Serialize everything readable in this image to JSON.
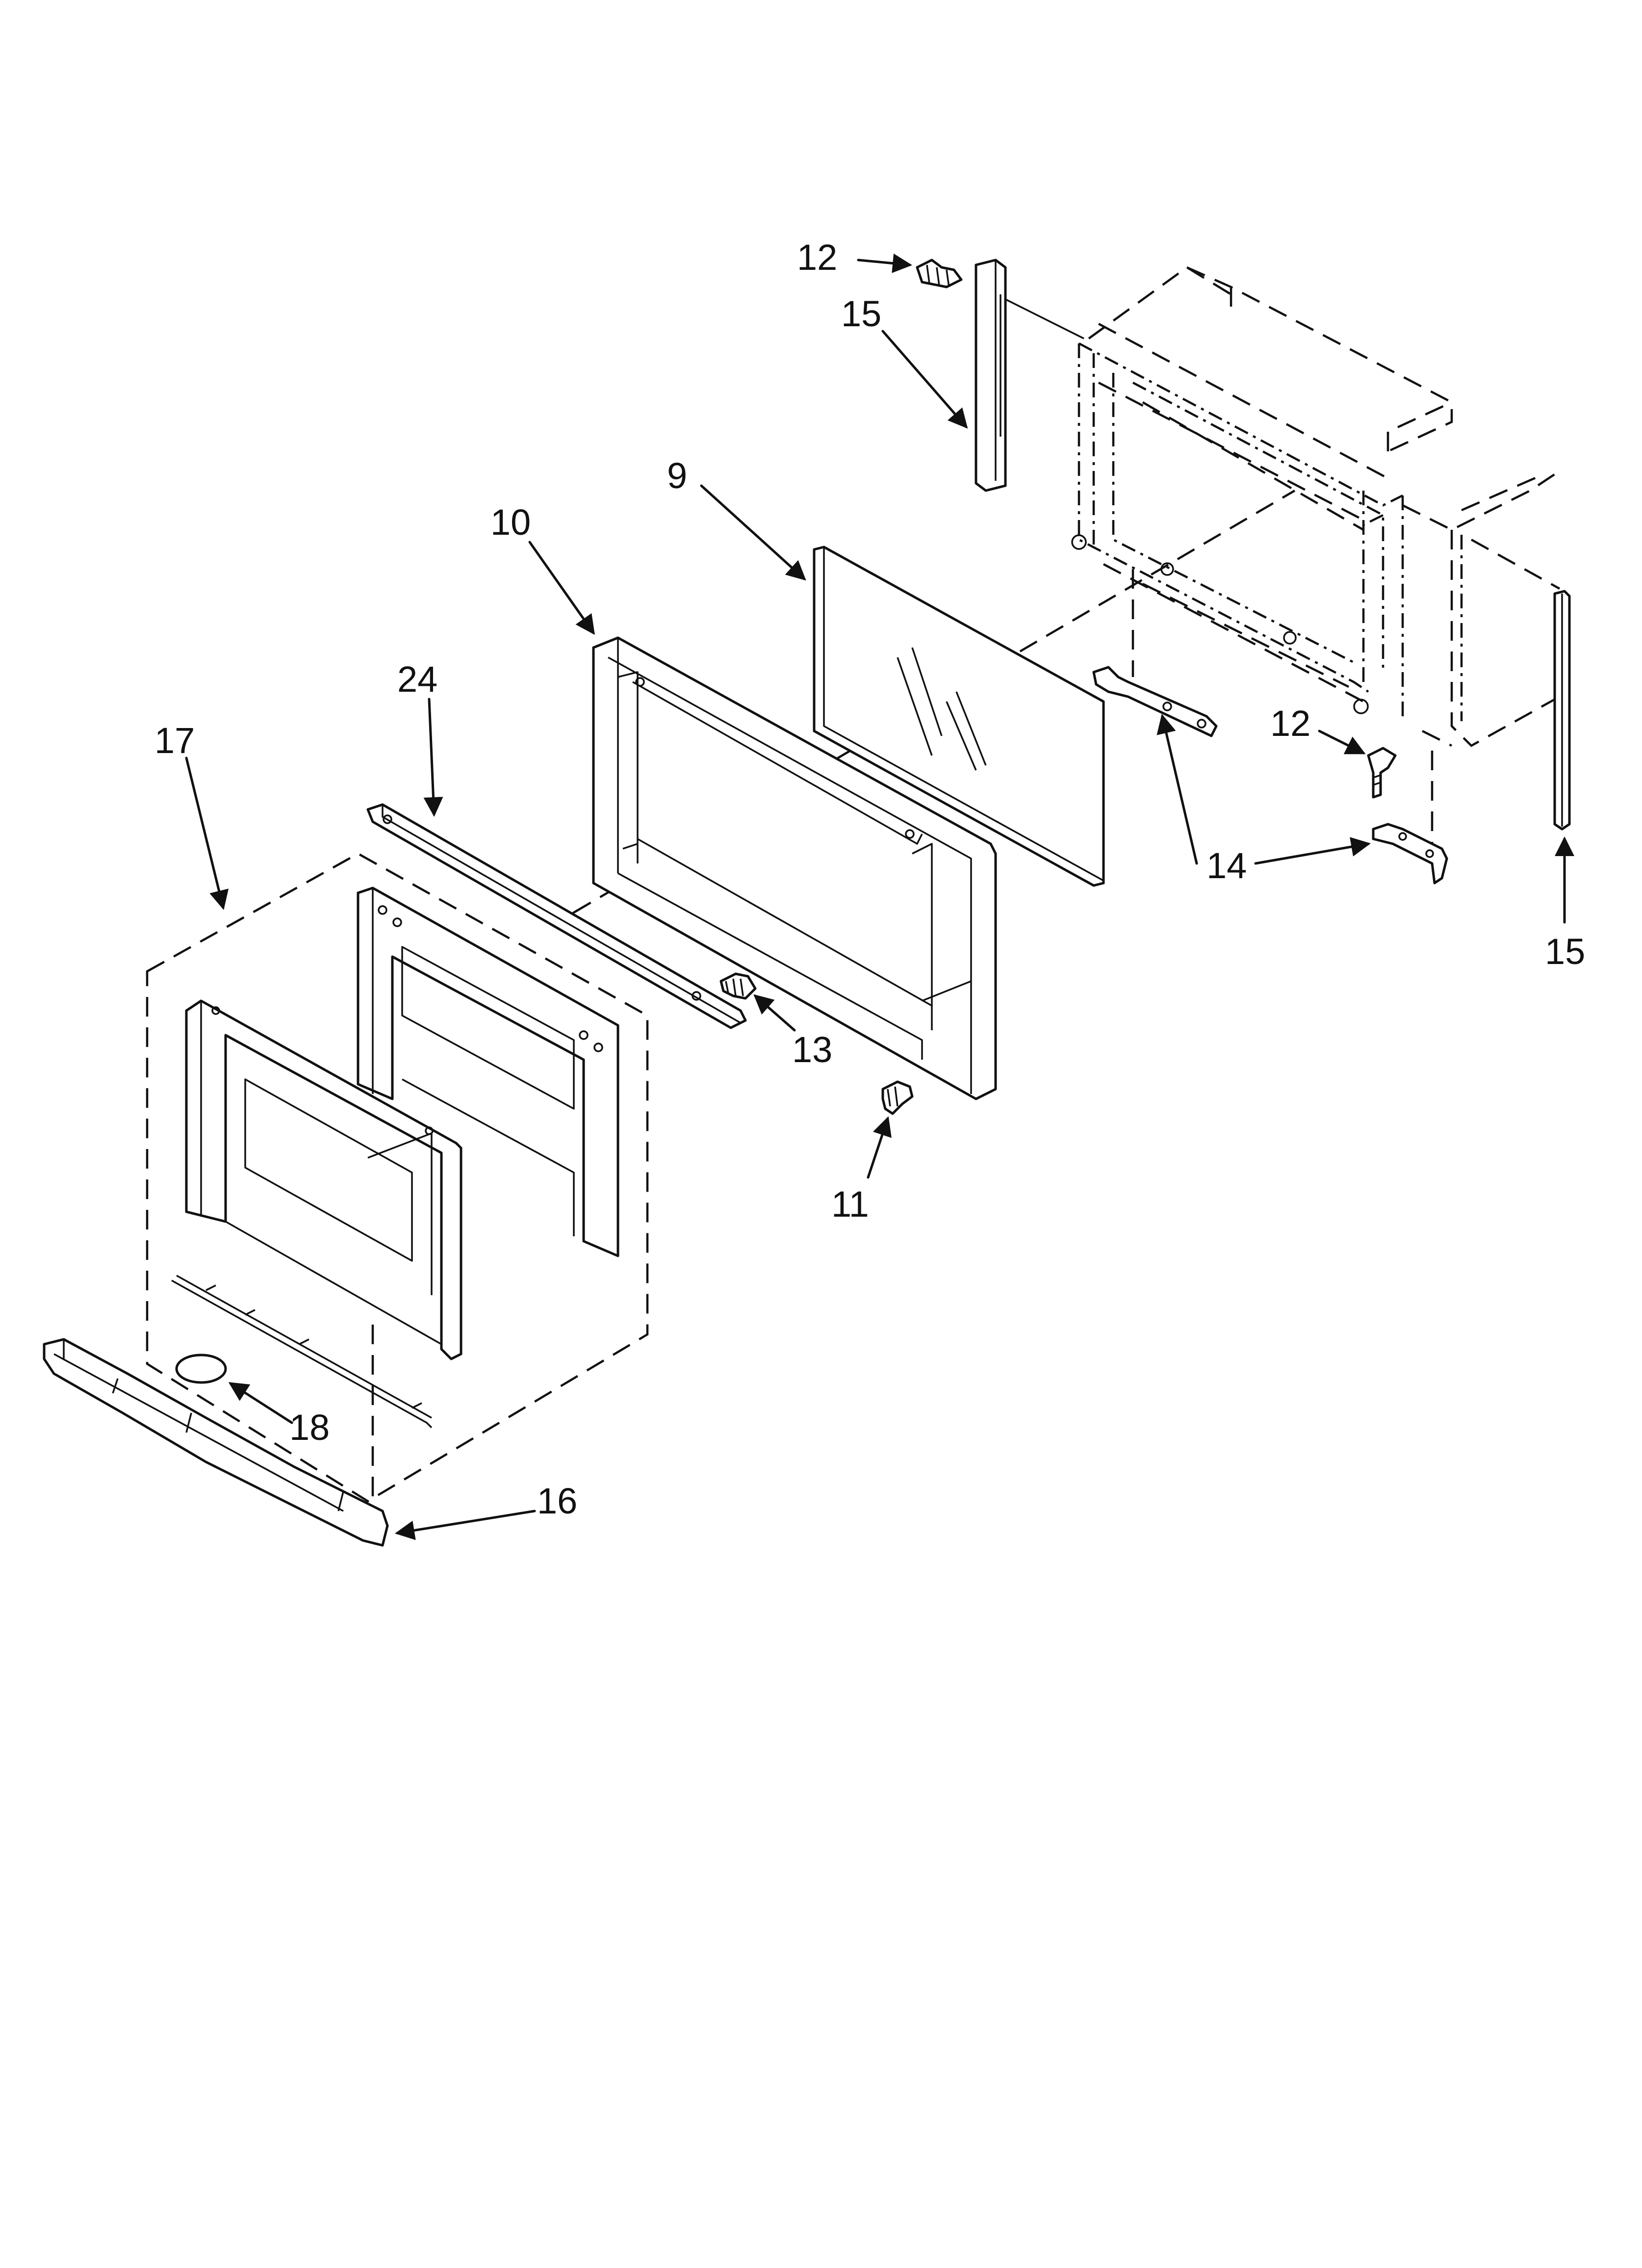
{
  "callouts": [
    {
      "id": "c12a",
      "text": "12"
    },
    {
      "id": "c15a",
      "text": "15"
    },
    {
      "id": "c9",
      "text": "9"
    },
    {
      "id": "c10",
      "text": "10"
    },
    {
      "id": "c24",
      "text": "24"
    },
    {
      "id": "c17",
      "text": "17"
    },
    {
      "id": "c12b",
      "text": "12"
    },
    {
      "id": "c14",
      "text": "14"
    },
    {
      "id": "c15b",
      "text": "15"
    },
    {
      "id": "c13",
      "text": "13"
    },
    {
      "id": "c11",
      "text": "11"
    },
    {
      "id": "c18",
      "text": "18"
    },
    {
      "id": "c16",
      "text": "16"
    }
  ]
}
